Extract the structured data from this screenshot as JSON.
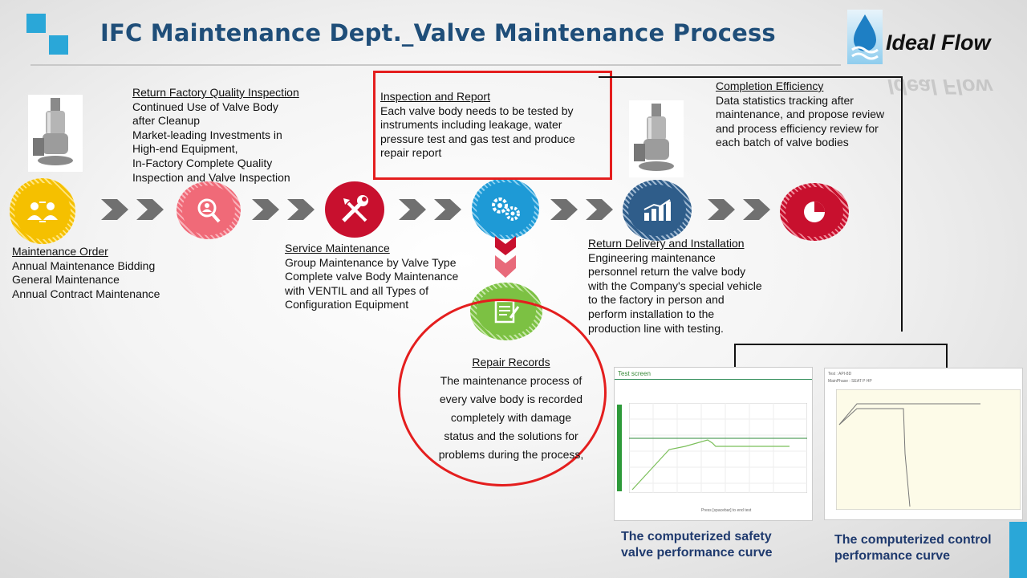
{
  "header": {
    "title": "IFC Maintenance Dept._Valve Maintenance Process",
    "brand": "Ideal Flow"
  },
  "colors": {
    "title_blue": "#1f4e79",
    "accent_red": "#e41e1e",
    "yellow": "#f5c000",
    "pink": "#f06a78",
    "dark_red": "#c8102e",
    "sky_blue": "#1e9ad6",
    "navy": "#2f5d8a",
    "green": "#7cc143",
    "arrow_gray": "#707070",
    "corner_teal": "#2aa7d8"
  },
  "steps": [
    {
      "id": "maintenance_order",
      "icon": "people-exchange-icon",
      "heading": "Maintenance  Order",
      "lines": [
        "Annual Maintenance Bidding",
        "General Maintenance",
        "Annual Contract Maintenance"
      ]
    },
    {
      "id": "quality_inspection",
      "icon": "magnifier-person-icon",
      "heading": "Return Factory Quality Inspection",
      "lines": [
        "Continued Use of Valve Body",
        "after Cleanup",
        "Market-leading  Investments in",
        "High-end Equipment,",
        "In-Factory Complete Quality",
        "Inspection and Valve Inspection"
      ]
    },
    {
      "id": "service_maintenance",
      "icon": "wrench-screwdriver-icon",
      "heading": "Service Maintenance",
      "lines": [
        "Group Maintenance by Valve Type",
        "Complete valve Body Maintenance",
        "with VENTIL  and all Types of",
        "Configuration Equipment"
      ]
    },
    {
      "id": "inspection_report",
      "icon": "gears-icon",
      "heading": "Inspection and Report",
      "lines": [
        "Each valve body needs to be tested by",
        "instruments including leakage, water",
        "pressure test and gas test and produce",
        "repair report"
      ]
    },
    {
      "id": "return_delivery",
      "icon": "bar-chart-icon",
      "heading": "Return Delivery and Installation",
      "lines": [
        "Engineering maintenance",
        "personnel return the valve body",
        "with the Company's special vehicle",
        "to the factory in person and",
        "perform installation to the",
        "production line with testing."
      ]
    },
    {
      "id": "completion_efficiency",
      "icon": "pie-chart-icon",
      "heading": "Completion Efficiency",
      "lines": [
        "Data statistics tracking after",
        "maintenance, and propose review",
        "and process efficiency review for",
        "each batch of valve bodies"
      ]
    }
  ],
  "repair_records": {
    "icon": "document-pen-icon",
    "heading": "Repair Records",
    "lines": [
      "The maintenance process of",
      "every valve body is recorded",
      "completely with damage",
      "status and the solutions for",
      "problems during the process,"
    ]
  },
  "screens": {
    "safety": {
      "title": "Test screen",
      "caption_lines": [
        "The computerized safety",
        "valve performance curve"
      ]
    },
    "control": {
      "title": "Test : API-8D",
      "subtitle": "MainPhase : SEAT P HP",
      "caption_lines": [
        "The computerized control",
        "performance curve"
      ]
    }
  }
}
